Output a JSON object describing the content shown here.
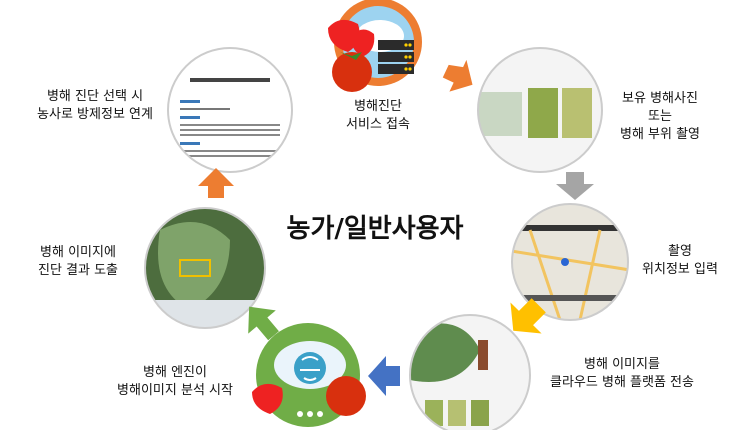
{
  "center_title": "농가/일반사용자",
  "steps": [
    {
      "lines": [
        "병해진단",
        "서비스 접속"
      ]
    },
    {
      "lines": [
        "보유 병해사진",
        "또는",
        "병해 부위 촬영"
      ]
    },
    {
      "lines": [
        "촬영",
        "위치정보 입력"
      ]
    },
    {
      "lines": [
        "병해 이미지를",
        "클라우드 병해 플랫폼 전송"
      ]
    },
    {
      "lines": [
        "병해 엔진이",
        "병해이미지 분석 시작"
      ]
    },
    {
      "lines": [
        "병해 이미지에",
        "진단 결과 도출"
      ]
    },
    {
      "lines": [
        "병해 진단 선택 시",
        "농사로 방제정보 연계"
      ]
    }
  ],
  "arrow_colors": {
    "orange": "#ED7D31",
    "gray": "#A5A5A5",
    "yellow": "#FFC000",
    "blue": "#4472C4",
    "green": "#70AD47"
  }
}
